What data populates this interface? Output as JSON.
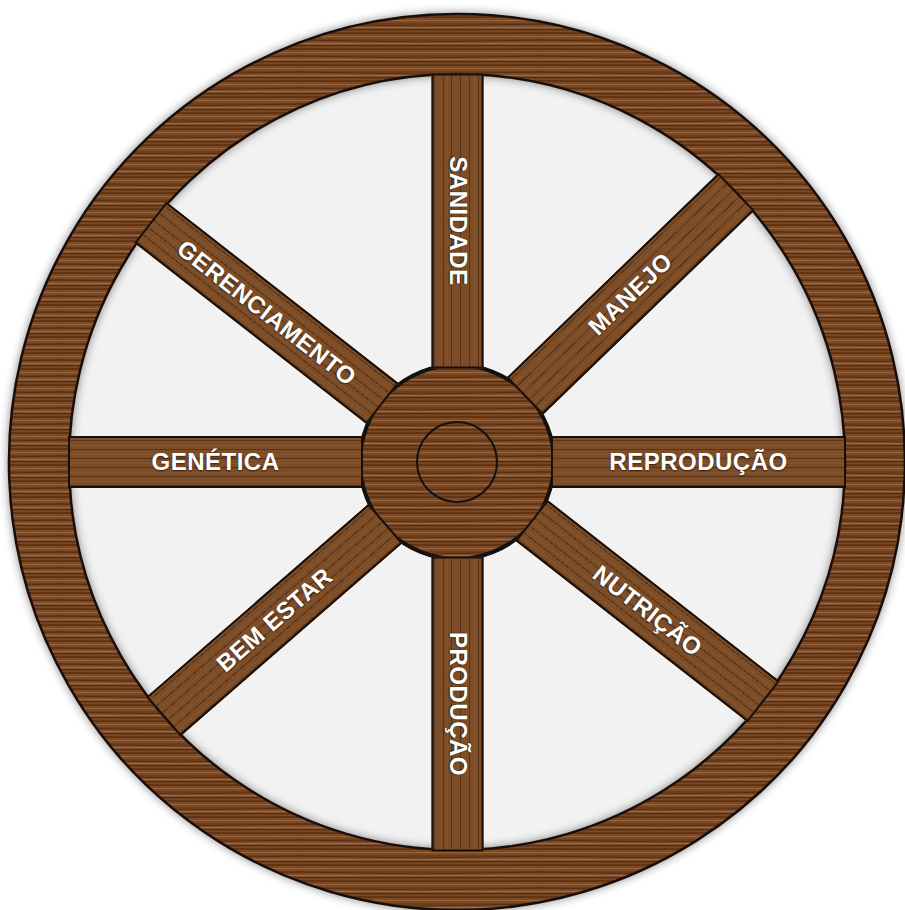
{
  "diagram": {
    "nodes": [
      {
        "text": [
          "SANIDADE"
        ]
      },
      {
        "text": [
          "MANEJO"
        ]
      },
      {
        "text": [
          "REPRODUÇÃO"
        ]
      },
      {
        "text": [
          "NUTRIÇÃO"
        ]
      },
      {
        "text": [
          "PRODUÇÃO"
        ]
      },
      {
        "text": [
          "BEM ESTAR"
        ]
      },
      {
        "text": [
          "GENÉTICA"
        ]
      },
      {
        "text": [
          "GERENCIAMENTO"
        ]
      }
    ]
  }
}
